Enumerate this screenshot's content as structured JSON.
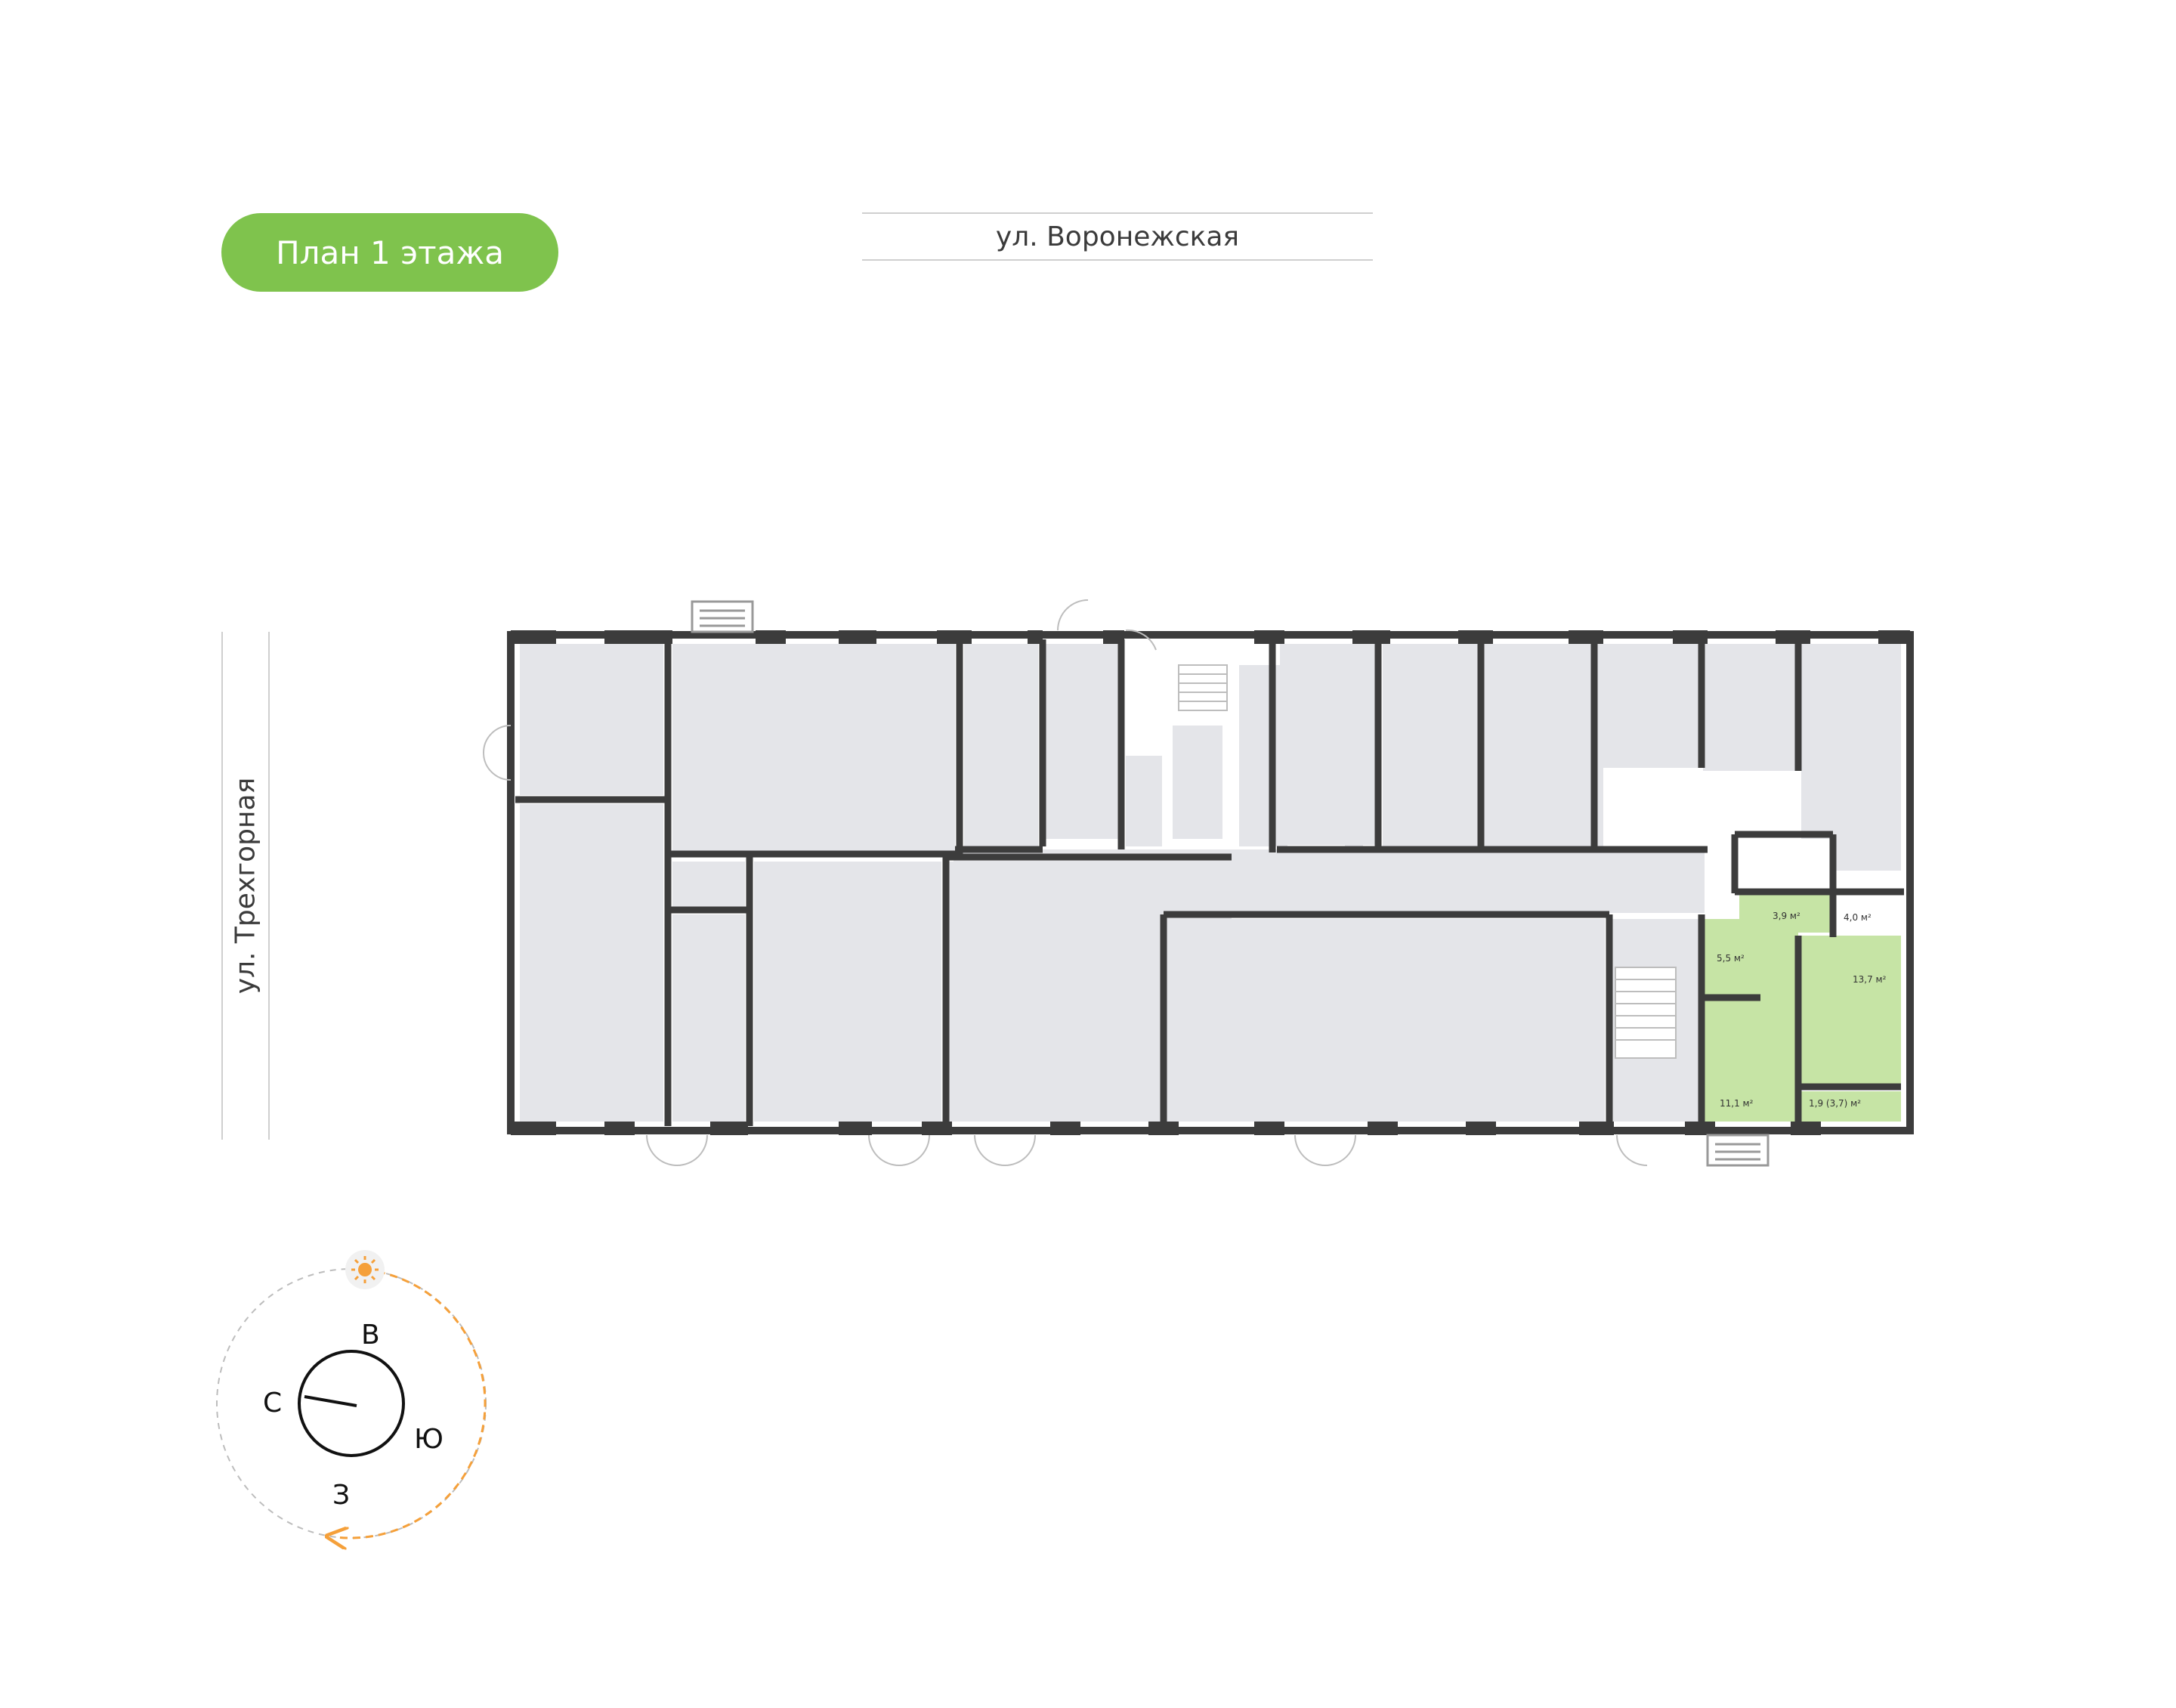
{
  "title": "План 1 этажа",
  "streets": {
    "top": "ул. Воронежская",
    "left": "ул. Трехгорная"
  },
  "compass": {
    "north": "С",
    "east": "В",
    "south": "Ю",
    "west": "З",
    "sun_icon": "sun-icon"
  },
  "unit_rooms": [
    {
      "label": "3,9 м²"
    },
    {
      "label": "4,0 м²"
    },
    {
      "label": "5,5 м²"
    },
    {
      "label": "13,7 м²"
    },
    {
      "label": "11,1 м²"
    },
    {
      "label": "1,9 (3,7) м²"
    }
  ],
  "colors": {
    "accent": "#7fc34d",
    "unit_fill": "#c6e4a5",
    "room_fill": "#e4e5e9",
    "wall": "#3c3c3c",
    "sun": "#f5a03a"
  }
}
